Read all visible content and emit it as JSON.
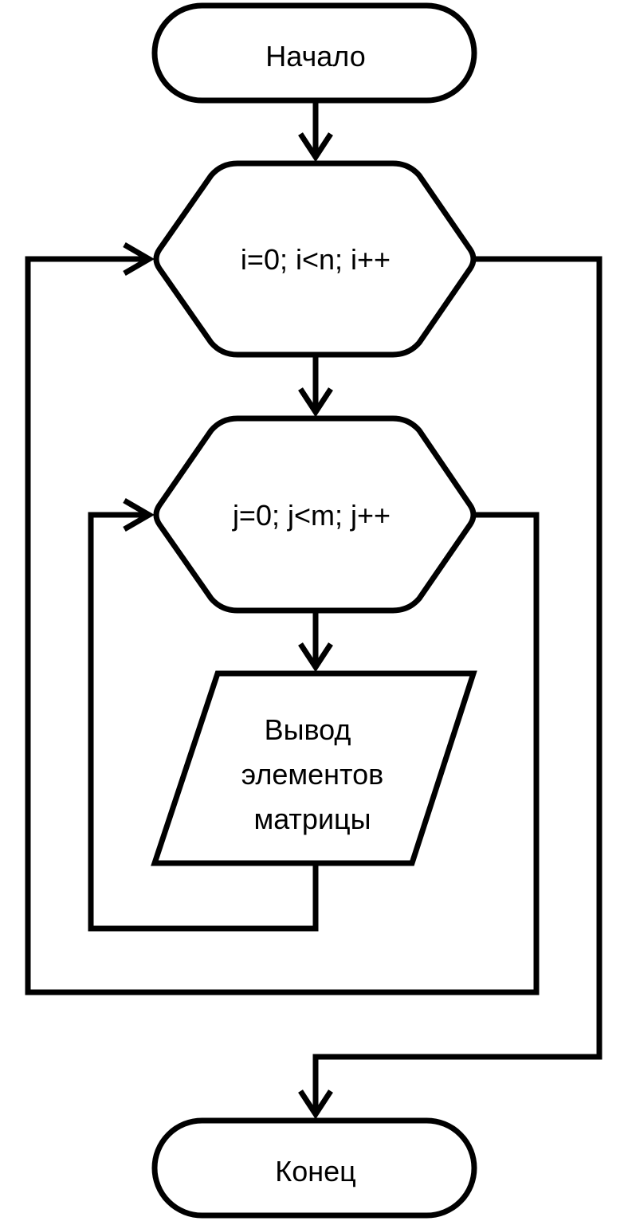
{
  "flowchart": {
    "start": {
      "label": "Начало"
    },
    "outer_loop": {
      "label": "i=0; i<n; i++"
    },
    "inner_loop": {
      "label": "j=0; j<m; j++"
    },
    "output": {
      "lines": [
        "Вывод",
        "элементов",
        "матрицы"
      ]
    },
    "end": {
      "label": "Конец"
    }
  }
}
